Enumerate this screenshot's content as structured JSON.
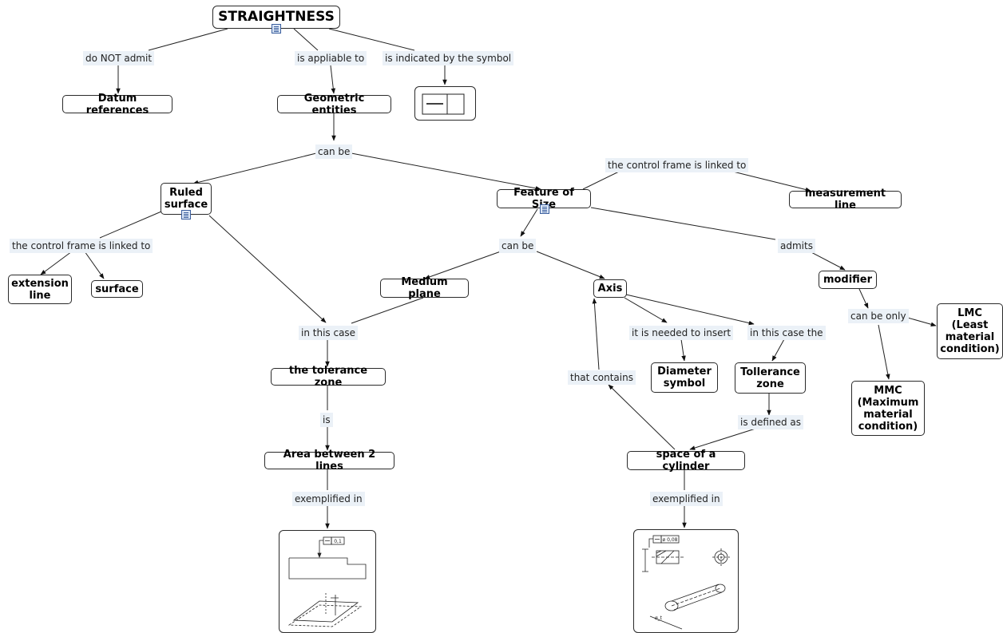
{
  "concepts": {
    "straightness": "STRAIGHTNESS",
    "datum_references": "Datum references",
    "geometric_entities": "Geometric entities",
    "ruled_surface": "Ruled surface",
    "feature_of_size": "Feature of Size",
    "measurement_line": "measurement line",
    "extension_line": "extension line",
    "surface": "surface",
    "medium_plane": "Medium plane",
    "axis": "Axis",
    "modifier": "modifier",
    "lmc": "LMC (Least material condition)",
    "mmc": "MMC (Maximum material condition)",
    "diameter_symbol": "Diameter symbol",
    "tollerance_zone": "Tollerance zone",
    "the_tolerance_zone": "the tolerance zone",
    "area_between_lines": "Area between 2 lines",
    "space_of_cylinder": "space of a cylinder"
  },
  "links": {
    "do_not_admit": "do NOT admit",
    "is_appliable_to": "is appliable to",
    "is_indicated_by": "is indicated by the symbol",
    "can_be_1": "can be",
    "control_frame_fos": "the control frame is linked to",
    "control_frame_ruled": "the control frame is linked to",
    "can_be_2": "can be",
    "admits": "admits",
    "in_this_case": "in this case",
    "is_needed": "it is needed to insert",
    "in_this_case_the": "in this case the",
    "can_be_only": "can be only",
    "that_contains": "that contains",
    "is": "is",
    "is_defined_as": "is defined as",
    "exemplified_left": "exemplified in",
    "exemplified_right": "exemplified in"
  },
  "figures": {
    "tolerance_value_left": "0,1",
    "tolerance_value_right": "ø 0,08",
    "dimension_label": "ø_t"
  },
  "colors": {
    "link_bg": "#ebf1f7",
    "border": "#2a2a2a",
    "resource_icon": "#3b5f9e"
  },
  "icons": [
    "document-resource-icon"
  ]
}
